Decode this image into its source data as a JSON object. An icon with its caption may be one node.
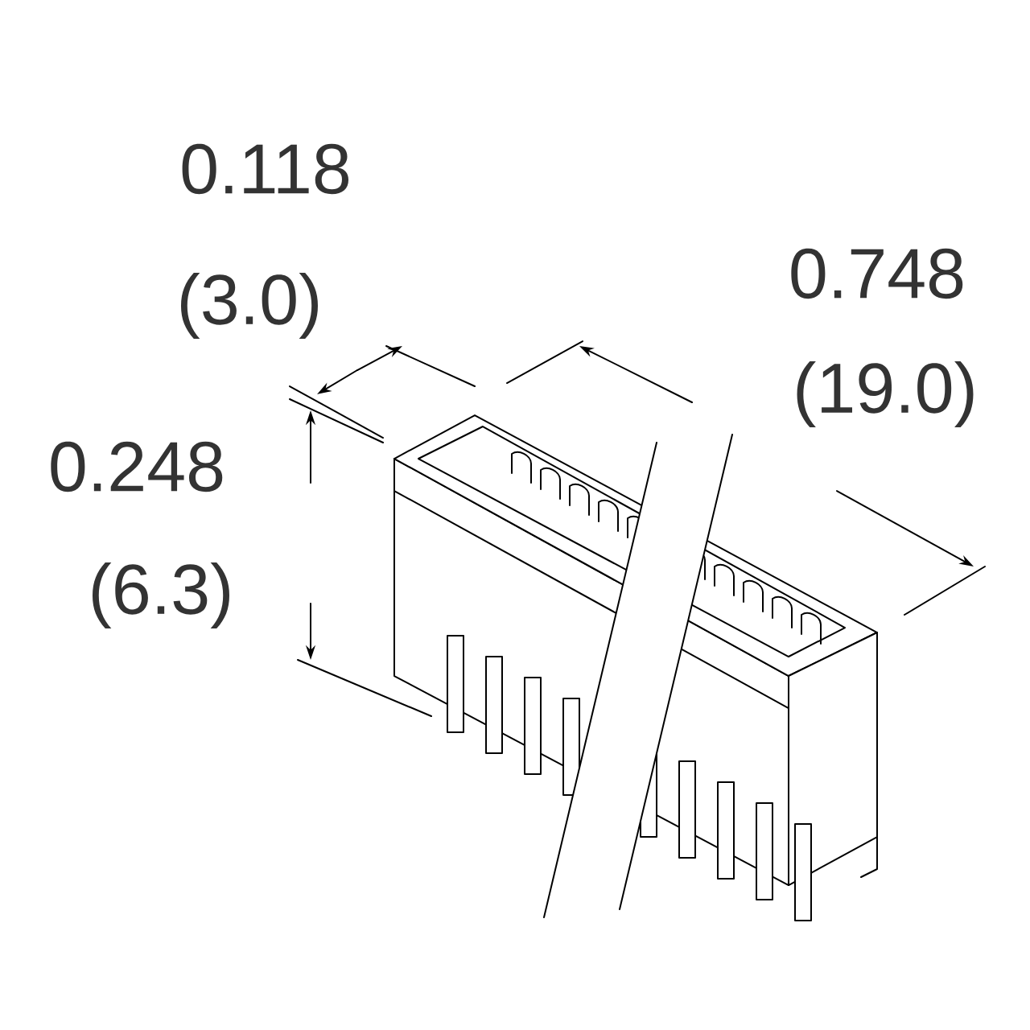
{
  "diagram": {
    "labels": [
      "0.118",
      "(3.0)",
      "0.248",
      "(6.3)",
      "0.748",
      "(19.0)"
    ]
  }
}
